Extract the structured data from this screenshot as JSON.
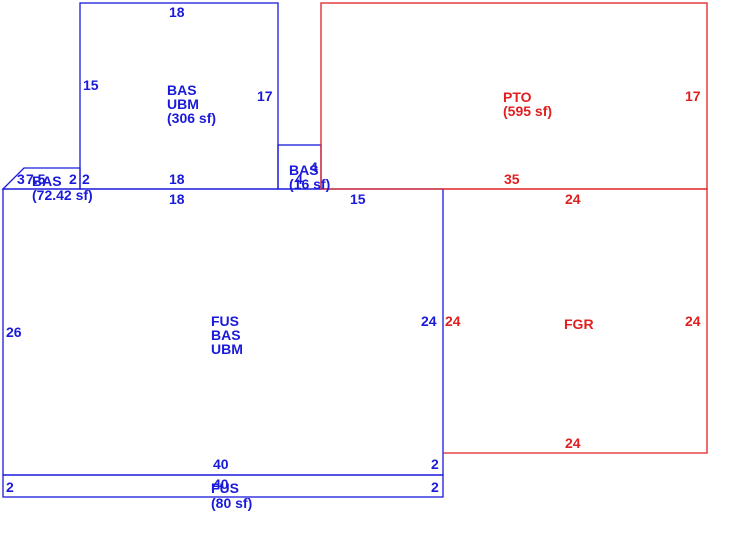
{
  "colors": {
    "living": "#1a1adb",
    "other": "#e02020"
  },
  "areas": {
    "bas_upper": {
      "line1": "BAS",
      "line2": "UBM",
      "area": "(306 sf)"
    },
    "pto": {
      "line1": "PTO",
      "area": "(595 sf)"
    },
    "bas_small": {
      "line1": "BAS",
      "area": "(16 sf)"
    },
    "bas_bay": {
      "line1": "BAS",
      "area": "(72.42 sf)"
    },
    "fus_main": {
      "line1": "FUS",
      "line2": "BAS",
      "line3": "UBM"
    },
    "fgr": {
      "line1": "FGR"
    },
    "fus_strip": {
      "line1": "FUS",
      "area": "(80 sf)"
    }
  },
  "dimensions": {
    "bas_upper_top": "18",
    "bas_upper_left": "15",
    "bas_upper_right": "17",
    "bas_upper_bottom": "18",
    "main_top_left": "18",
    "main_top_right": "15",
    "main_left": "26",
    "main_right": "24",
    "main_bottom": "40",
    "main_bottom_right": "2",
    "pto_right": "17",
    "pto_bottom": "35",
    "fgr_top": "24",
    "fgr_left": "24",
    "fgr_right": "24",
    "fgr_bottom": "24",
    "strip_left": "2",
    "strip_right": "2",
    "strip_bottom": "40",
    "small_top": "4",
    "small_side": "4",
    "bay_a": "3",
    "bay_b": "7.5",
    "bay_c": "2",
    "bay_d": "2"
  }
}
